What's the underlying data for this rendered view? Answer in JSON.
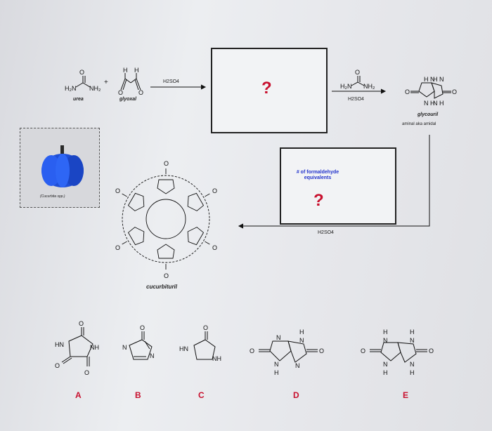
{
  "top_row": {
    "urea_label": "urea",
    "glyoxal_label": "glyoxal",
    "plus": "+",
    "step1_reagent": "H2SO4",
    "box1_question": "?",
    "step2_reagent_top": "urea",
    "step2_reagent_bottom": "H2SO4",
    "glycoluril_label": "glycouril",
    "glycoluril_alias": "aminal aka amidal"
  },
  "middle_row": {
    "photo_caption": "(Cucurbita spp.)",
    "box2_text": "# of formaldehyde equivalents",
    "box2_question": "?",
    "step3_reagent": "H2SO4",
    "cucurbituril_label": "cucurbituril"
  },
  "options": [
    {
      "letter": "A"
    },
    {
      "letter": "B"
    },
    {
      "letter": "C"
    },
    {
      "letter": "D"
    },
    {
      "letter": "E"
    }
  ],
  "colors": {
    "question": "#c8102e",
    "blue_text": "#2233cc",
    "pumpkin": "#1f4fd6"
  }
}
